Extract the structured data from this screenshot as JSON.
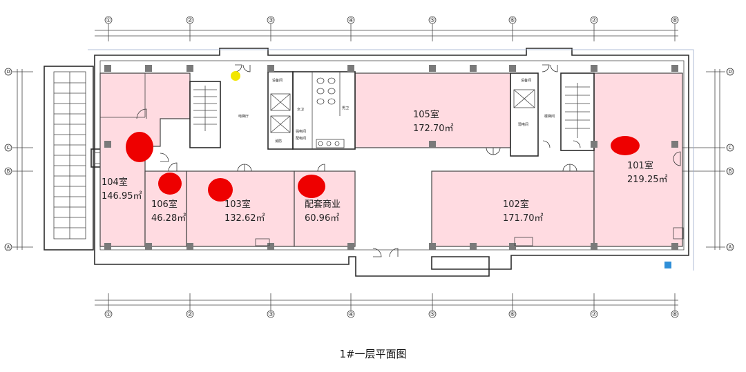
{
  "caption": "1#一层平面图",
  "axis_numbers": [
    "①",
    "②",
    "③",
    "④",
    "⑤",
    "⑥",
    "⑦",
    "⑧"
  ],
  "axis_letters": [
    "Ⓓ",
    "Ⓒ",
    "Ⓑ",
    "Ⓐ"
  ],
  "rooms": [
    {
      "id": "104",
      "name": "104室",
      "area": "146.95㎡"
    },
    {
      "id": "106",
      "name": "106室",
      "area": "46.28㎡"
    },
    {
      "id": "103",
      "name": "103室",
      "area": "132.62㎡"
    },
    {
      "id": "peitao",
      "name": "配套商业",
      "area": "60.96㎡"
    },
    {
      "id": "105",
      "name": "105室",
      "area": "172.70㎡"
    },
    {
      "id": "102",
      "name": "102室",
      "area": "171.70㎡"
    },
    {
      "id": "101",
      "name": "101室",
      "area": "219.25㎡"
    }
  ],
  "small_labels": {
    "elevator_hall": "电梯厅",
    "equip_left": "设备间",
    "equip_right": "设备间",
    "toilet_left": "女卫",
    "toilet_right": "男卫",
    "strong_elec": "强电间",
    "weak_elec": "弱电间",
    "power": "配电间",
    "fire": "消防",
    "stair_room": "楼梯间"
  },
  "colors": {
    "room_fill": "#ffdbe1",
    "marker": "#ee0000",
    "yellow_marker": "#f2e600",
    "blue_marker": "#2f8fd8"
  }
}
